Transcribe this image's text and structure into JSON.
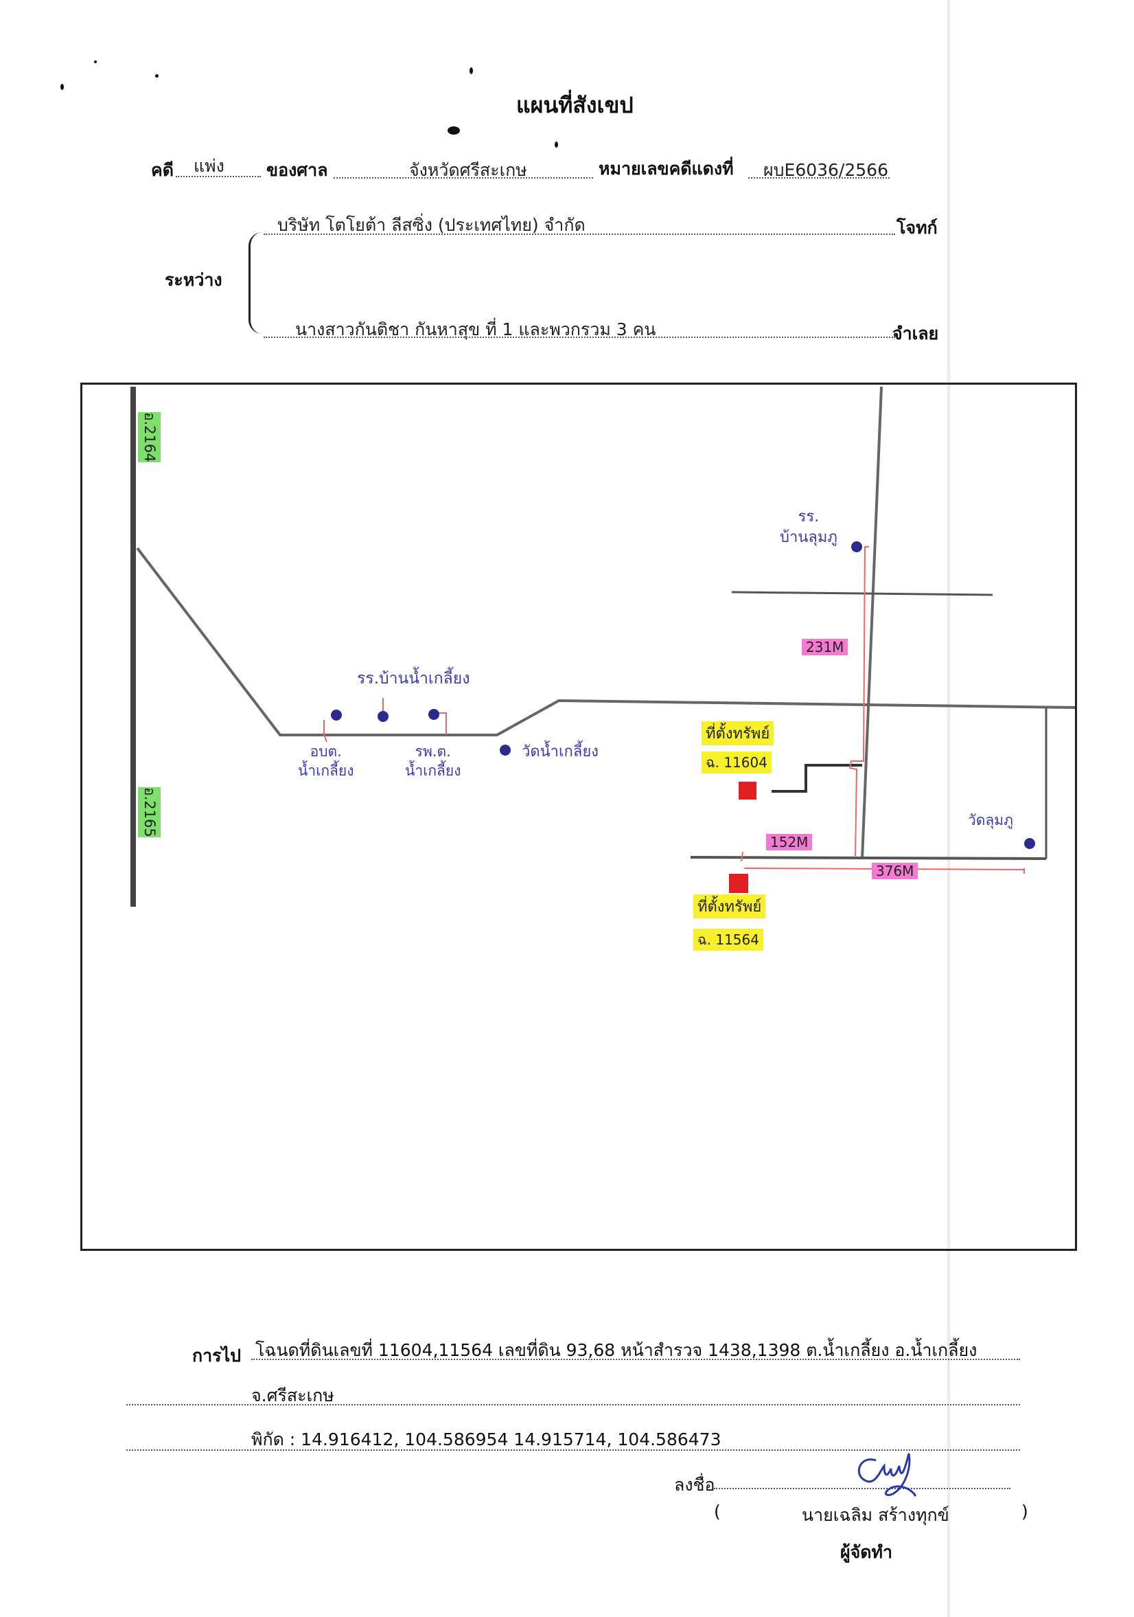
{
  "header": {
    "title": "แผนที่สังเขป",
    "case_label": "คดี",
    "case_type": "แพ่ง",
    "court_label": "ของศาล",
    "court_name": "จังหวัดศรีสะเกษ",
    "red_case_label": "หมายเลขคดีแดงที่",
    "red_case_no": "ผบE6036/2566"
  },
  "parties": {
    "between_label": "ระหว่าง",
    "plaintiff_name": "บริษัท โตโยต้า ลีสซิ่ง (ประเทศไทย) จำกัด",
    "plaintiff_label": "โจทก์",
    "defendant_name": "นางสาวกันติชา กันหาสุข ที่ 1  และพวกรวม 3 คน",
    "defendant_label": "จำเลย"
  },
  "map": {
    "road_top_label": "อ.2164",
    "road_bottom_label": "อ.2165",
    "school_lumphu": [
      "รร.",
      "บ้านลุมภู"
    ],
    "school_namkliang": "รร.บ้านน้ำเกลี้ยง",
    "obt_label": [
      "อบต.",
      "น้ำเกลี้ยง"
    ],
    "hospital_label": [
      "รพ.ต.",
      "น้ำเกลี้ยง"
    ],
    "temple_namkliang": "วัดน้ำเกลี้ยง",
    "temple_lumphu": "วัดลุมภู",
    "land1_label": "ที่ตั้งทรัพย์",
    "land1_deed": "ฉ. 11604",
    "land2_label": "ที่ตั้งทรัพย์",
    "land2_deed": "ฉ. 11564",
    "dist_231": "231M",
    "dist_152": "152M",
    "dist_376": "376M",
    "colors": {
      "highlight": "#f7f02a",
      "pink": "#f27ad0",
      "green": "#7ee06a",
      "marker_blue": "#2b2b8f",
      "property_red": "#e02020"
    }
  },
  "footer": {
    "route_label": "การไป",
    "route_line1": "โฉนดที่ดินเลขที่ 11604,11564 เลขที่ดิน 93,68 หน้าสำรวจ 1438,1398 ต.น้ำเกลี้ยง อ.น้ำเกลี้ยง",
    "route_line2": "จ.ศรีสะเกษ",
    "coords": "พิกัด : 14.916412, 104.586954  14.915714, 104.586473",
    "sign_label": "ลงชื่อ",
    "paren_open": "(",
    "signer_name": "นายเฉลิม  สร้างทุกข์",
    "paren_close": ")",
    "role": "ผู้จัดทำ"
  }
}
